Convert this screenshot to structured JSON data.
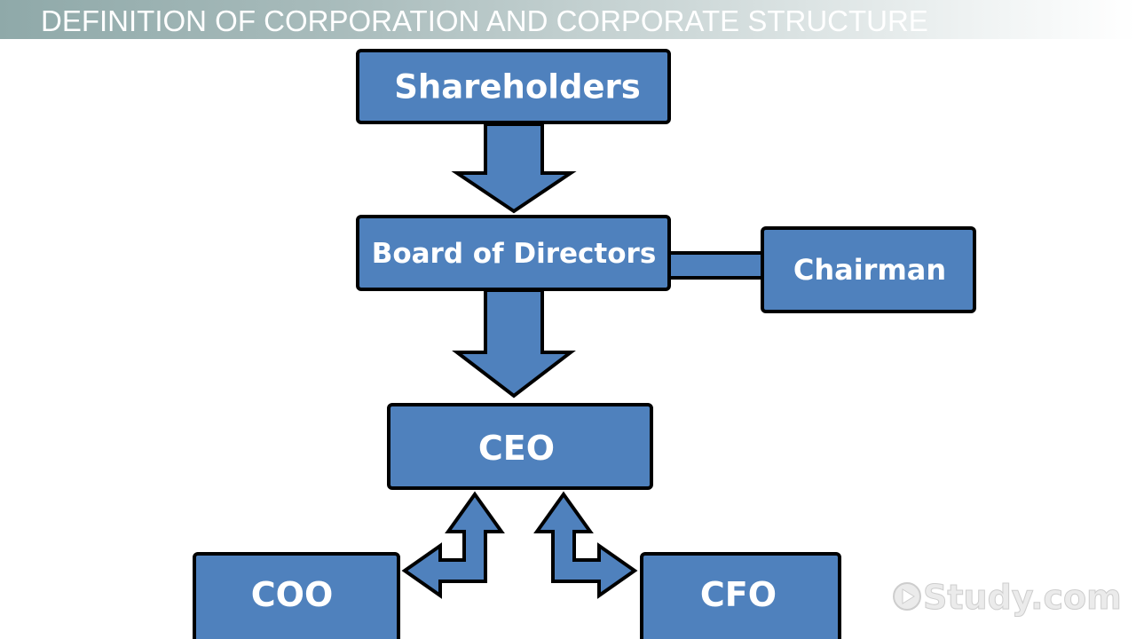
{
  "header": {
    "title": "DEFINITION OF CORPORATION AND CORPORATE STRUCTURE"
  },
  "diagram": {
    "nodes": {
      "shareholders": "Shareholders",
      "board": "Board of Directors",
      "chairman": "Chairman",
      "ceo": "CEO",
      "coo": "COO",
      "cfo": "CFO"
    }
  },
  "watermark": {
    "text": "Study.com"
  },
  "colors": {
    "box_fill": "#4f81bd",
    "box_stroke": "#000000",
    "label": "#ffffff"
  }
}
